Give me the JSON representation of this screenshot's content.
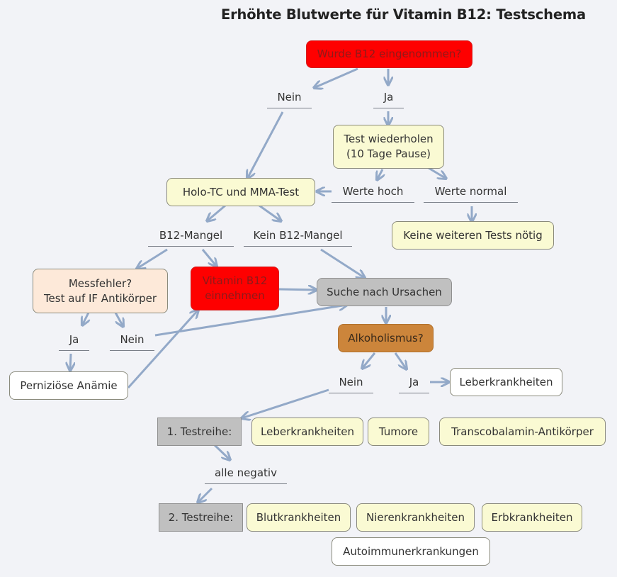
{
  "title": "Erhöhte Blutwerte für Vitamin B12: Testschema",
  "colors": {
    "background": "#f2f3f7",
    "edge": "#93a9c8",
    "red": "#fe0000",
    "yellow": "#fafad3",
    "grey": "#c0c0c0",
    "orange": "#cc853b",
    "peach": "#fde9d9",
    "white": "#ffffff"
  },
  "nodes": {
    "b12_taken": "Wurde B12 eingenommen?",
    "repeat_test_line1": "Test wiederholen",
    "repeat_test_line2": "(10 Tage Pause)",
    "holo_tc": "Holo-TC und MMA-Test",
    "no_further_tests": "Keine weiteren Tests nötig",
    "measurement_error_line1": "Messfehler?",
    "measurement_error_line2": "Test auf IF Antikörper",
    "take_b12_line1": "Vitamin B12",
    "take_b12_line2": "einnehmen",
    "search_causes": "Suche nach Ursachen",
    "alcoholism": "Alkoholismus?",
    "pernicious_anemia": "Perniziöse Anämie",
    "liver_diseases_alc": "Leberkrankheiten",
    "test_series_1": "1. Testreihe:",
    "series1_items": [
      "Leberkrankheiten",
      "Tumore",
      "Transcobalamin-Antikörper"
    ],
    "test_series_2": "2. Testreihe:",
    "series2_items": [
      "Blutkrankheiten",
      "Nierenkrankheiten",
      "Erbkrankheiten",
      "Autoimmunerkrankungen"
    ]
  },
  "labels": {
    "nein_1": "Nein",
    "ja_1": "Ja",
    "values_high": "Werte hoch",
    "values_normal": "Werte normal",
    "b12_deficiency": "B12-Mangel",
    "no_b12_deficiency": "Kein B12-Mangel",
    "ja_2": "Ja",
    "nein_2": "Nein",
    "nein_3": "Nein",
    "ja_3": "Ja",
    "all_negative": "alle negativ"
  }
}
